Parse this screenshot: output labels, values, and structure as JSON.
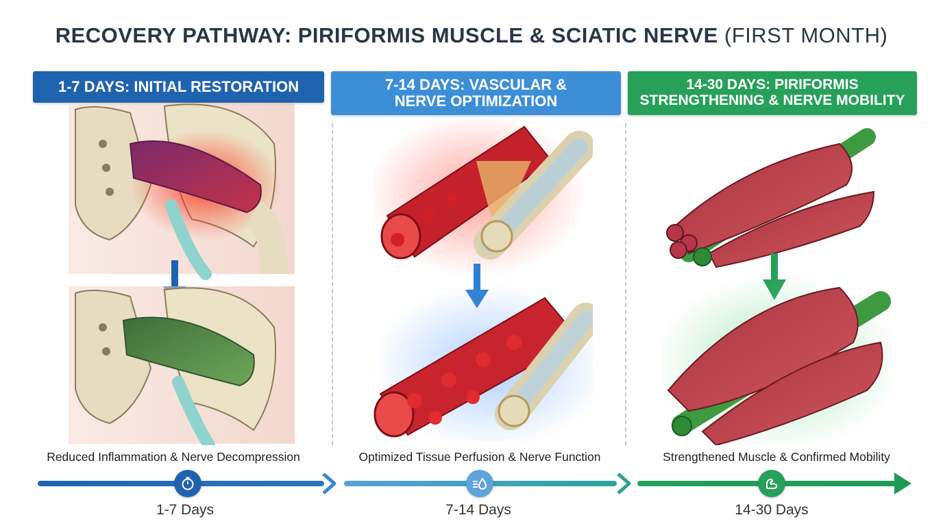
{
  "title": {
    "main": "RECOVERY PATHWAY: PIRIFORMIS MUSCLE & SCIATIC NERVE",
    "sub": "(FIRST MONTH)"
  },
  "stages": [
    {
      "banner_lines": [
        "1-7 DAYS: INITIAL RESTORATION"
      ],
      "outcome": "Reduced Inflammation & Nerve Decompression",
      "days": "1-7 Days",
      "color": "#1f63ae",
      "icon": "stopwatch-icon"
    },
    {
      "banner_lines": [
        "7-14 DAYS: VASCULAR &",
        "NERVE OPTIMIZATION"
      ],
      "outcome": "Optimized Tissue Perfusion & Nerve Function",
      "days": "7-14 Days",
      "color": "#3c8fd6",
      "icon": "droplet-flow-icon"
    },
    {
      "banner_lines": [
        "14-30 DAYS: PIRIFORMIS",
        "STRENGTHENING & NERVE MOBILITY"
      ],
      "outcome": "Strengthened Muscle & Confirmed Mobility",
      "days": "14-30 Days",
      "color": "#27a05a",
      "icon": "flexed-arm-icon"
    }
  ]
}
